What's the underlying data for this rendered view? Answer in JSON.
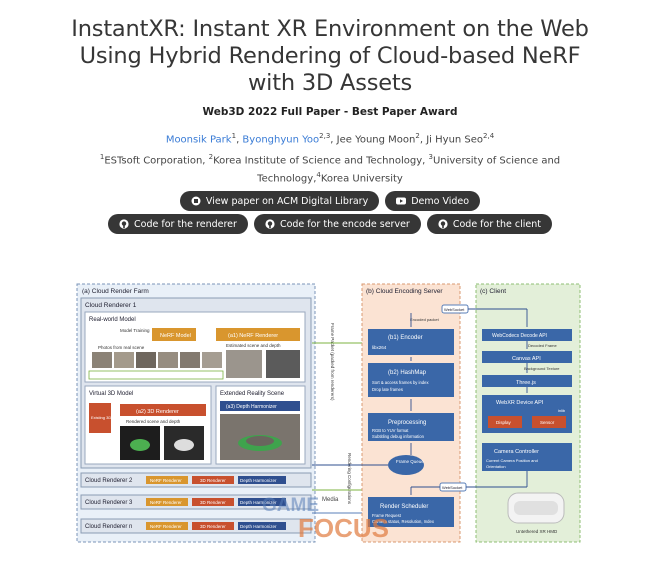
{
  "title": "InstantXR: Instant XR Environment on the Web Using Hybrid Rendering of Cloud-based NeRF with 3D Assets",
  "award": "Web3D 2022 Full Paper - Best Paper Award",
  "authors": [
    {
      "name": "Moonsik Park",
      "sup": "1",
      "link": true,
      "sep": ", "
    },
    {
      "name": "Byonghyun Yoo",
      "sup": "2,3",
      "link": true,
      "sep": ", "
    },
    {
      "name": "Jee Young Moon",
      "sup": "2",
      "link": false,
      "sep": ", "
    },
    {
      "name": "Ji Hyun Seo",
      "sup": "2,4",
      "link": false,
      "sep": ""
    }
  ],
  "affiliations": [
    {
      "sup": "1",
      "name": "ESTsoft Corporation, "
    },
    {
      "sup": "2",
      "name": "Korea Institute of Science and Technology, "
    },
    {
      "sup": "3",
      "name": "University of Science and Technology,"
    },
    {
      "sup": "4",
      "name": "Korea University"
    }
  ],
  "buttons_row1": [
    {
      "label": "View paper on ACM Digital Library",
      "icon": "paper-icon"
    },
    {
      "label": "Demo Video",
      "icon": "youtube-icon"
    }
  ],
  "buttons_row2": [
    {
      "label": "Code for the renderer",
      "icon": "github-icon"
    },
    {
      "label": "Code for the encode server",
      "icon": "github-icon"
    },
    {
      "label": "Code for the client",
      "icon": "github-icon"
    }
  ],
  "figure": {
    "farm_label": "(a) Cloud Render Farm",
    "renderer1": "Cloud Renderer 1",
    "real_world": "Real-world Model",
    "model_training": "Model Training",
    "nerf_model": "NeRF Model",
    "nerf_renderer": "(a1) NeRF Renderer",
    "estimated": "Estimated scene and depth",
    "photos": "Photos from real scene",
    "virtual": "Virtual 3D Model",
    "existing": "Existing 3D Model",
    "renderer3d": "(a2) 3D Renderer",
    "rendered": "Rendered scene and depth",
    "xr_scene": "Extended Reality Scene",
    "depth_harm": "(a3) Depth Harmonizer",
    "renderers": [
      "Cloud Renderer 2",
      "Cloud Renderer 3",
      "Cloud Renderer n"
    ],
    "r_nerf": "NeRF Renderer",
    "r_3d": "3D Renderer",
    "r_depth": "Depth Harmonizer",
    "server_label": "(b) Cloud Encoding Server",
    "websocket": "WebSocket",
    "encoded": "Encoded packet",
    "encoder": "(b1) Encoder",
    "encoder_sub": "libx264",
    "hashmap": "(b2) HashMap",
    "hashmap_sub1": "Sort & access frames by index",
    "hashmap_sub2": "Drop late frames",
    "preprocess": "Preprocessing",
    "pre_sub1": "RGB to YUV format",
    "pre_sub2": "Subtitling debug information",
    "frame_queue": "Frame Queue",
    "scheduler": "Render Scheduler",
    "sched_sub1": "Frame Request",
    "sched_sub2": "Camera status, Resolution, Index",
    "frame_packet": "Frame Packet (packed from renderers)",
    "render_config": "Rendering Configurations",
    "client_label": "(c) Client",
    "webcodecs": "WebCodecs Decode API",
    "decoded": "Decoded Frame",
    "canvas": "Canvas API",
    "bg_texture": "Background Texture",
    "threejs": "Three.js",
    "webxr": "WebXR Device API",
    "inlib": "inlib",
    "display": "Display",
    "sensor": "Sensor",
    "camera": "Camera Controller",
    "cam_sub1": "Current Camera Position and",
    "cam_sub2": "Orientation",
    "hmd": "Untethered XR HMD",
    "watermark1": "GAME",
    "watermark2": "FOCUS",
    "watermark_small": "Media"
  }
}
